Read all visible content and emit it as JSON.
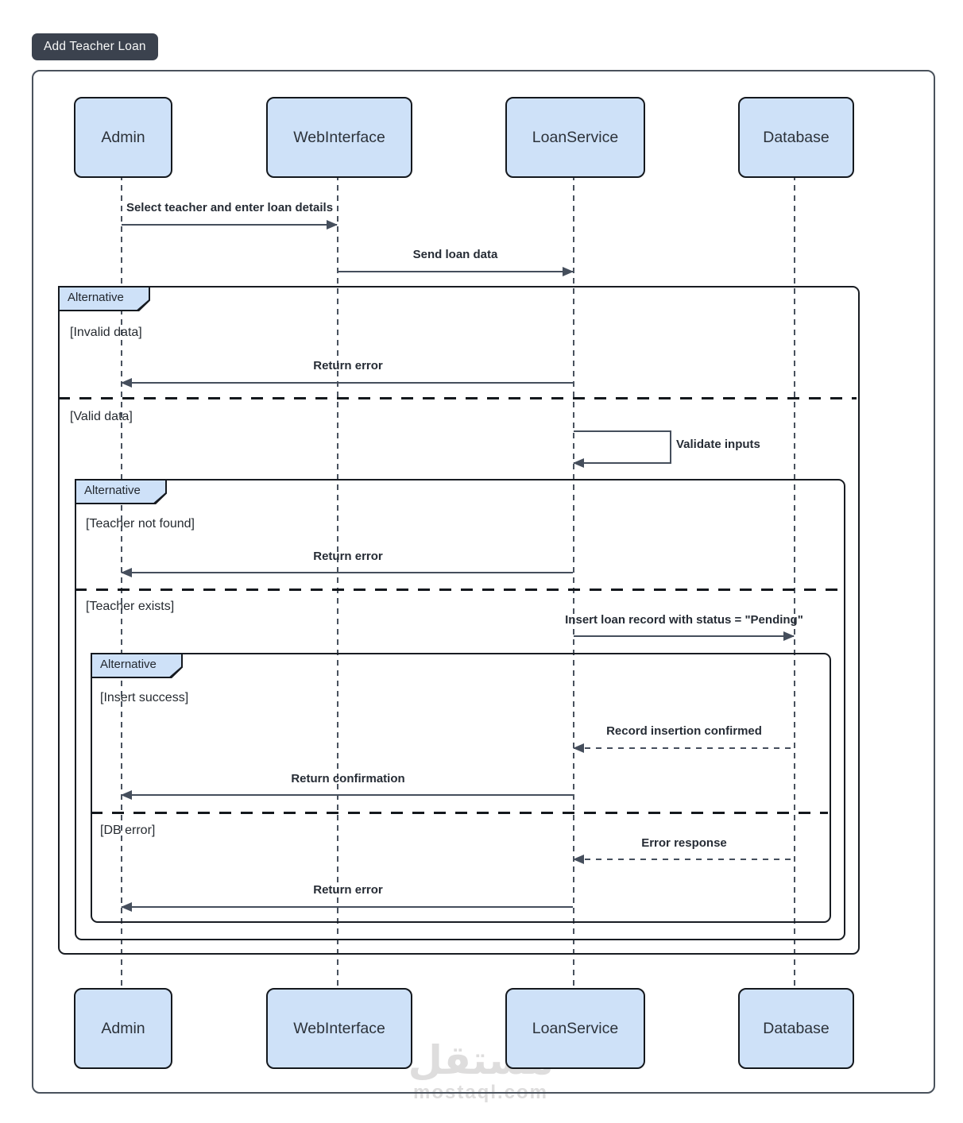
{
  "diagram_title": "Add Teacher Loan",
  "actors": [
    "Admin",
    "WebInterface",
    "LoanService",
    "Database"
  ],
  "fragments": [
    {
      "type_label": "Alternative",
      "guards": [
        "[Invalid data]",
        "[Valid data]"
      ]
    },
    {
      "type_label": "Alternative",
      "guards": [
        "[Teacher not found]",
        "[Teacher exists]"
      ]
    },
    {
      "type_label": "Alternative",
      "guards": [
        "[Insert success]",
        "[DB error]"
      ]
    }
  ],
  "messages": [
    {
      "label": "Select teacher and enter loan details",
      "from": "Admin",
      "to": "WebInterface",
      "style": "solid"
    },
    {
      "label": "Send loan data",
      "from": "WebInterface",
      "to": "LoanService",
      "style": "solid"
    },
    {
      "label": "Return error",
      "from": "LoanService",
      "to": "Admin",
      "style": "solid"
    },
    {
      "label": "Validate inputs",
      "from": "LoanService",
      "to": "LoanService",
      "style": "self"
    },
    {
      "label": "Return error",
      "from": "LoanService",
      "to": "Admin",
      "style": "solid"
    },
    {
      "label": "Insert loan record with status = \"Pending\"",
      "from": "LoanService",
      "to": "Database",
      "style": "solid"
    },
    {
      "label": "Record insertion confirmed",
      "from": "Database",
      "to": "LoanService",
      "style": "dashed"
    },
    {
      "label": "Return confirmation",
      "from": "LoanService",
      "to": "Admin",
      "style": "solid"
    },
    {
      "label": "Error response",
      "from": "Database",
      "to": "LoanService",
      "style": "dashed"
    },
    {
      "label": "Return error",
      "from": "LoanService",
      "to": "Admin",
      "style": "solid"
    }
  ],
  "watermark": {
    "arabic": "مستقل",
    "latin": "mostaql.com"
  },
  "colors": {
    "actor_fill": "#cee1f8",
    "actor_border": "#14181d",
    "badge_bg": "#3b424e",
    "badge_text": "#f7f8f8",
    "arrow": "#454e5c",
    "frame_border": "#4a525c",
    "watermark": "#dedddd"
  }
}
